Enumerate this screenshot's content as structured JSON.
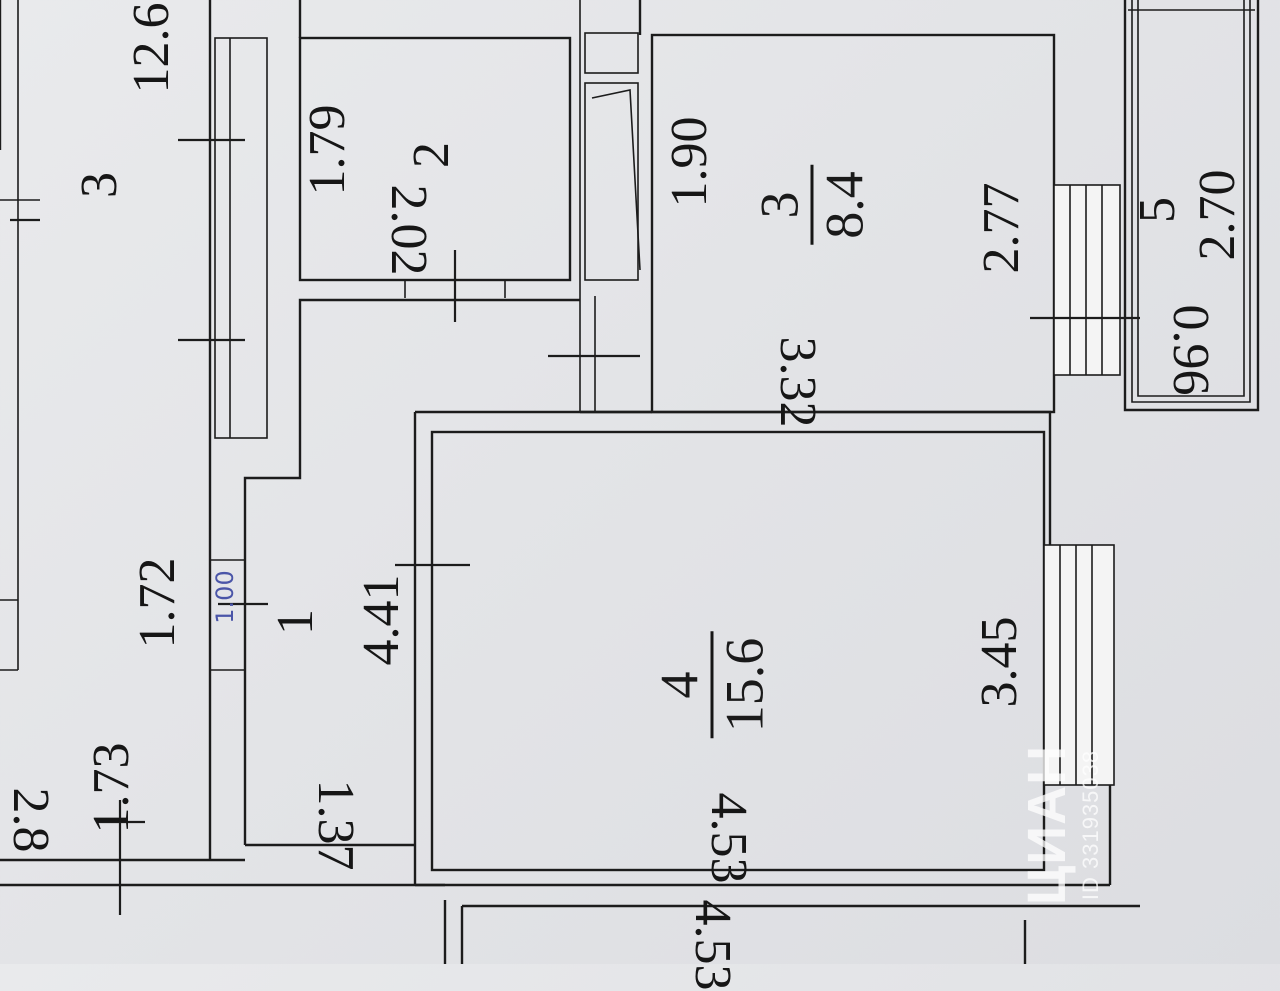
{
  "plan": {
    "rooms": [
      {
        "number": "1",
        "area": ""
      },
      {
        "number": "2",
        "area": ""
      },
      {
        "number": "3",
        "area": "8.4"
      },
      {
        "number": "4",
        "area": "15.6"
      },
      {
        "number": "5",
        "area": ""
      }
    ],
    "neighbor_room_number": "3",
    "handwritten_note": "1.00",
    "dimensions": {
      "d_12_6": "12.6",
      "d_1_79": "1.79",
      "d_2_02": "2.02",
      "d_1_90": "1.90",
      "d_2_77": "2.77",
      "d_2_70": "2.70",
      "d_0_96": "0.96",
      "d_3_32": "3.32",
      "d_1_72": "1.72",
      "d_4_41": "4.41",
      "d_3_45": "3.45",
      "d_1_73": "1.73",
      "d_2_8": "2.8",
      "d_1_37": "1.37",
      "d_4_53": "4.53",
      "d_4_53_lower": "4.53"
    }
  },
  "watermark": {
    "brand": "ЦИАН",
    "id_text": "ID 331935038"
  }
}
